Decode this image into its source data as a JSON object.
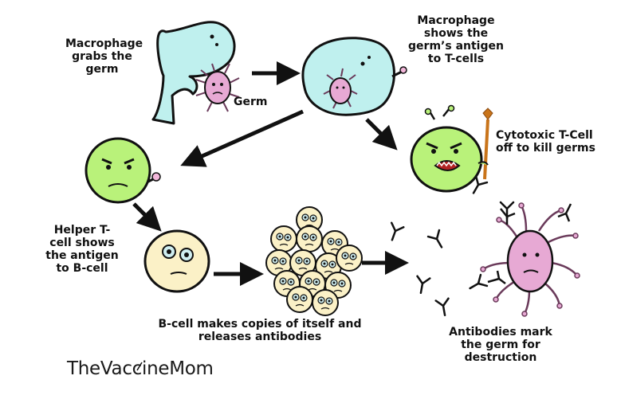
{
  "labels": {
    "macrophage_grabs": "Macrophage\ngrabs the\ngerm",
    "germ": "Germ",
    "macrophage_shows": "Macrophage\nshows the\ngerm’s antigen\nto T-cells",
    "cytotoxic": "Cytotoxic T-Cell\noff to kill germs",
    "helper": "Helper T-\ncell shows\nthe antigen\nto B-cell",
    "bcell_copies": "B-cell makes copies of itself and\nreleases antibodies",
    "antibodies_mark": "Antibodies mark\nthe germ for\ndestruction"
  },
  "logo_text": "TheVaccineMom",
  "colors": {
    "macrophage": "#bff0ee",
    "tcell": "#b9f27a",
    "bcell": "#fbf1c7",
    "germ": "#e7a9d4",
    "antigen": "#f3b6da",
    "outline": "#111111",
    "spear": "#c9741a"
  }
}
